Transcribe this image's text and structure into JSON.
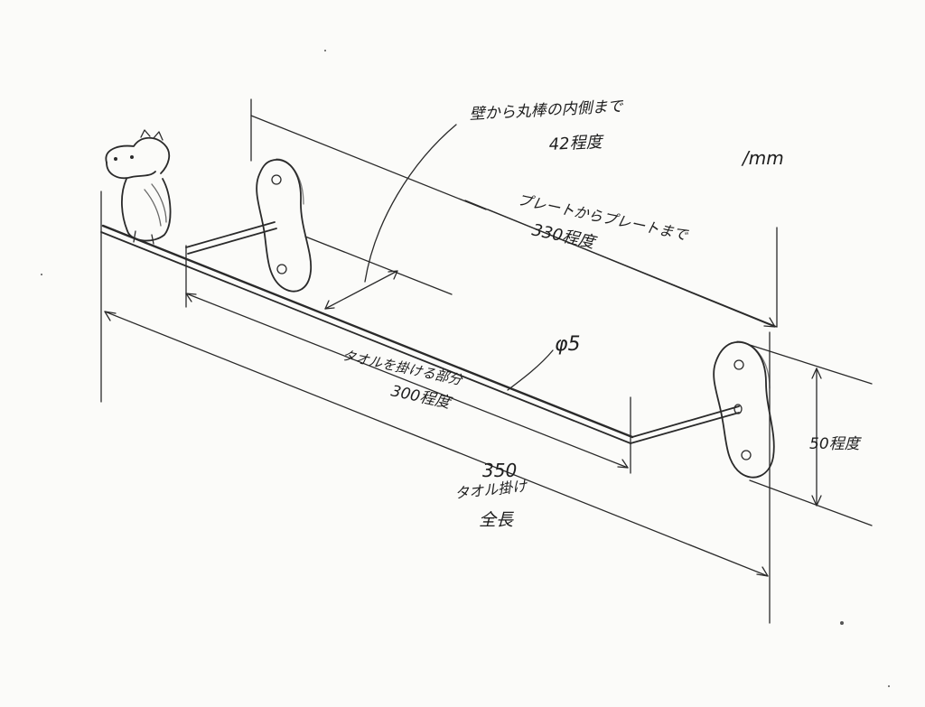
{
  "units": "/mm",
  "labels": {
    "wall_to_bar": {
      "line1": "壁から丸棒の内側まで",
      "line2": "42程度"
    },
    "plate_to_plate": {
      "line1": "プレートからプレートまで",
      "line2": "330程度"
    },
    "diameter": "φ5",
    "towel_section": {
      "line1": "タオルを掛ける部分",
      "line2": "300程度"
    },
    "overall": {
      "value": "350",
      "line1": "タオル掛け",
      "line2": "全長"
    },
    "plate_height": "50程度"
  }
}
